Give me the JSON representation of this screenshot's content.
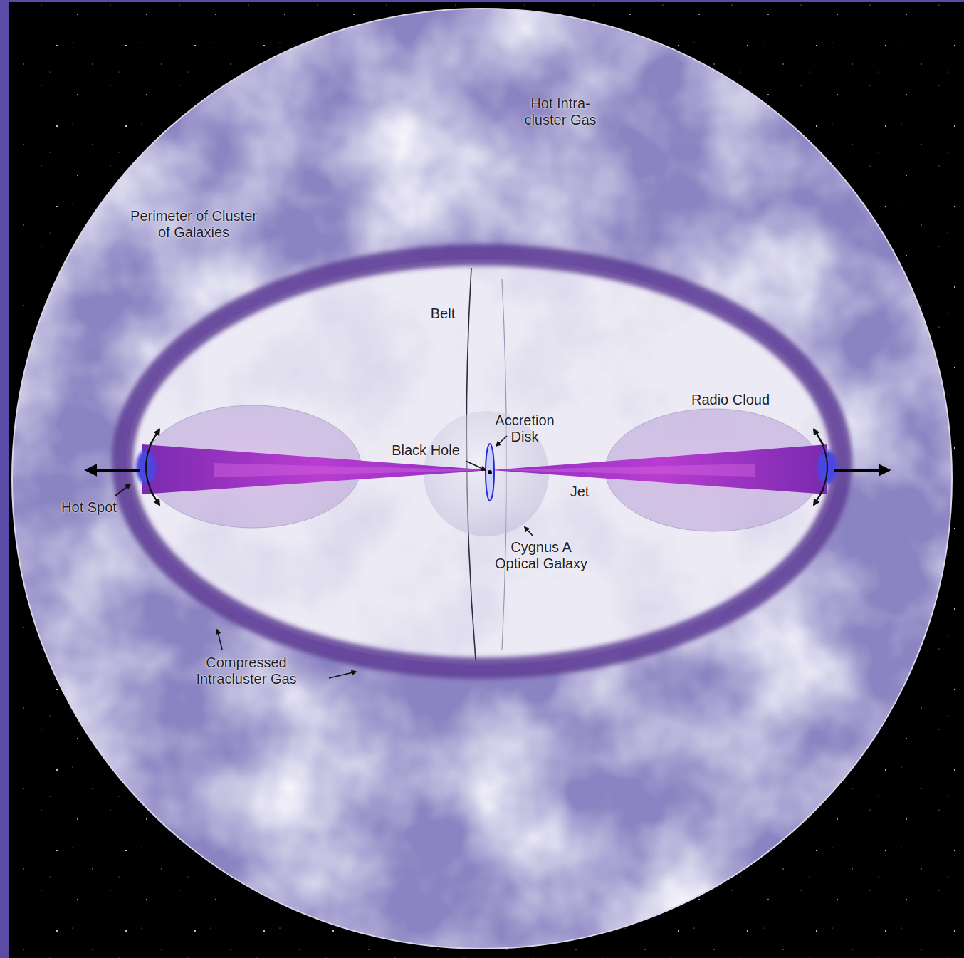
{
  "diagram": {
    "labels": [
      "Hot Intra- cluster Gas",
      "Perimeter of Cluster of Galaxies",
      "Belt",
      "Radio Cloud",
      "Accretion Disk",
      "Black Hole",
      "Jet",
      "Hot Spot",
      "Cygnus A Optical Galaxy",
      "Compressed Intracluster Gas"
    ]
  }
}
